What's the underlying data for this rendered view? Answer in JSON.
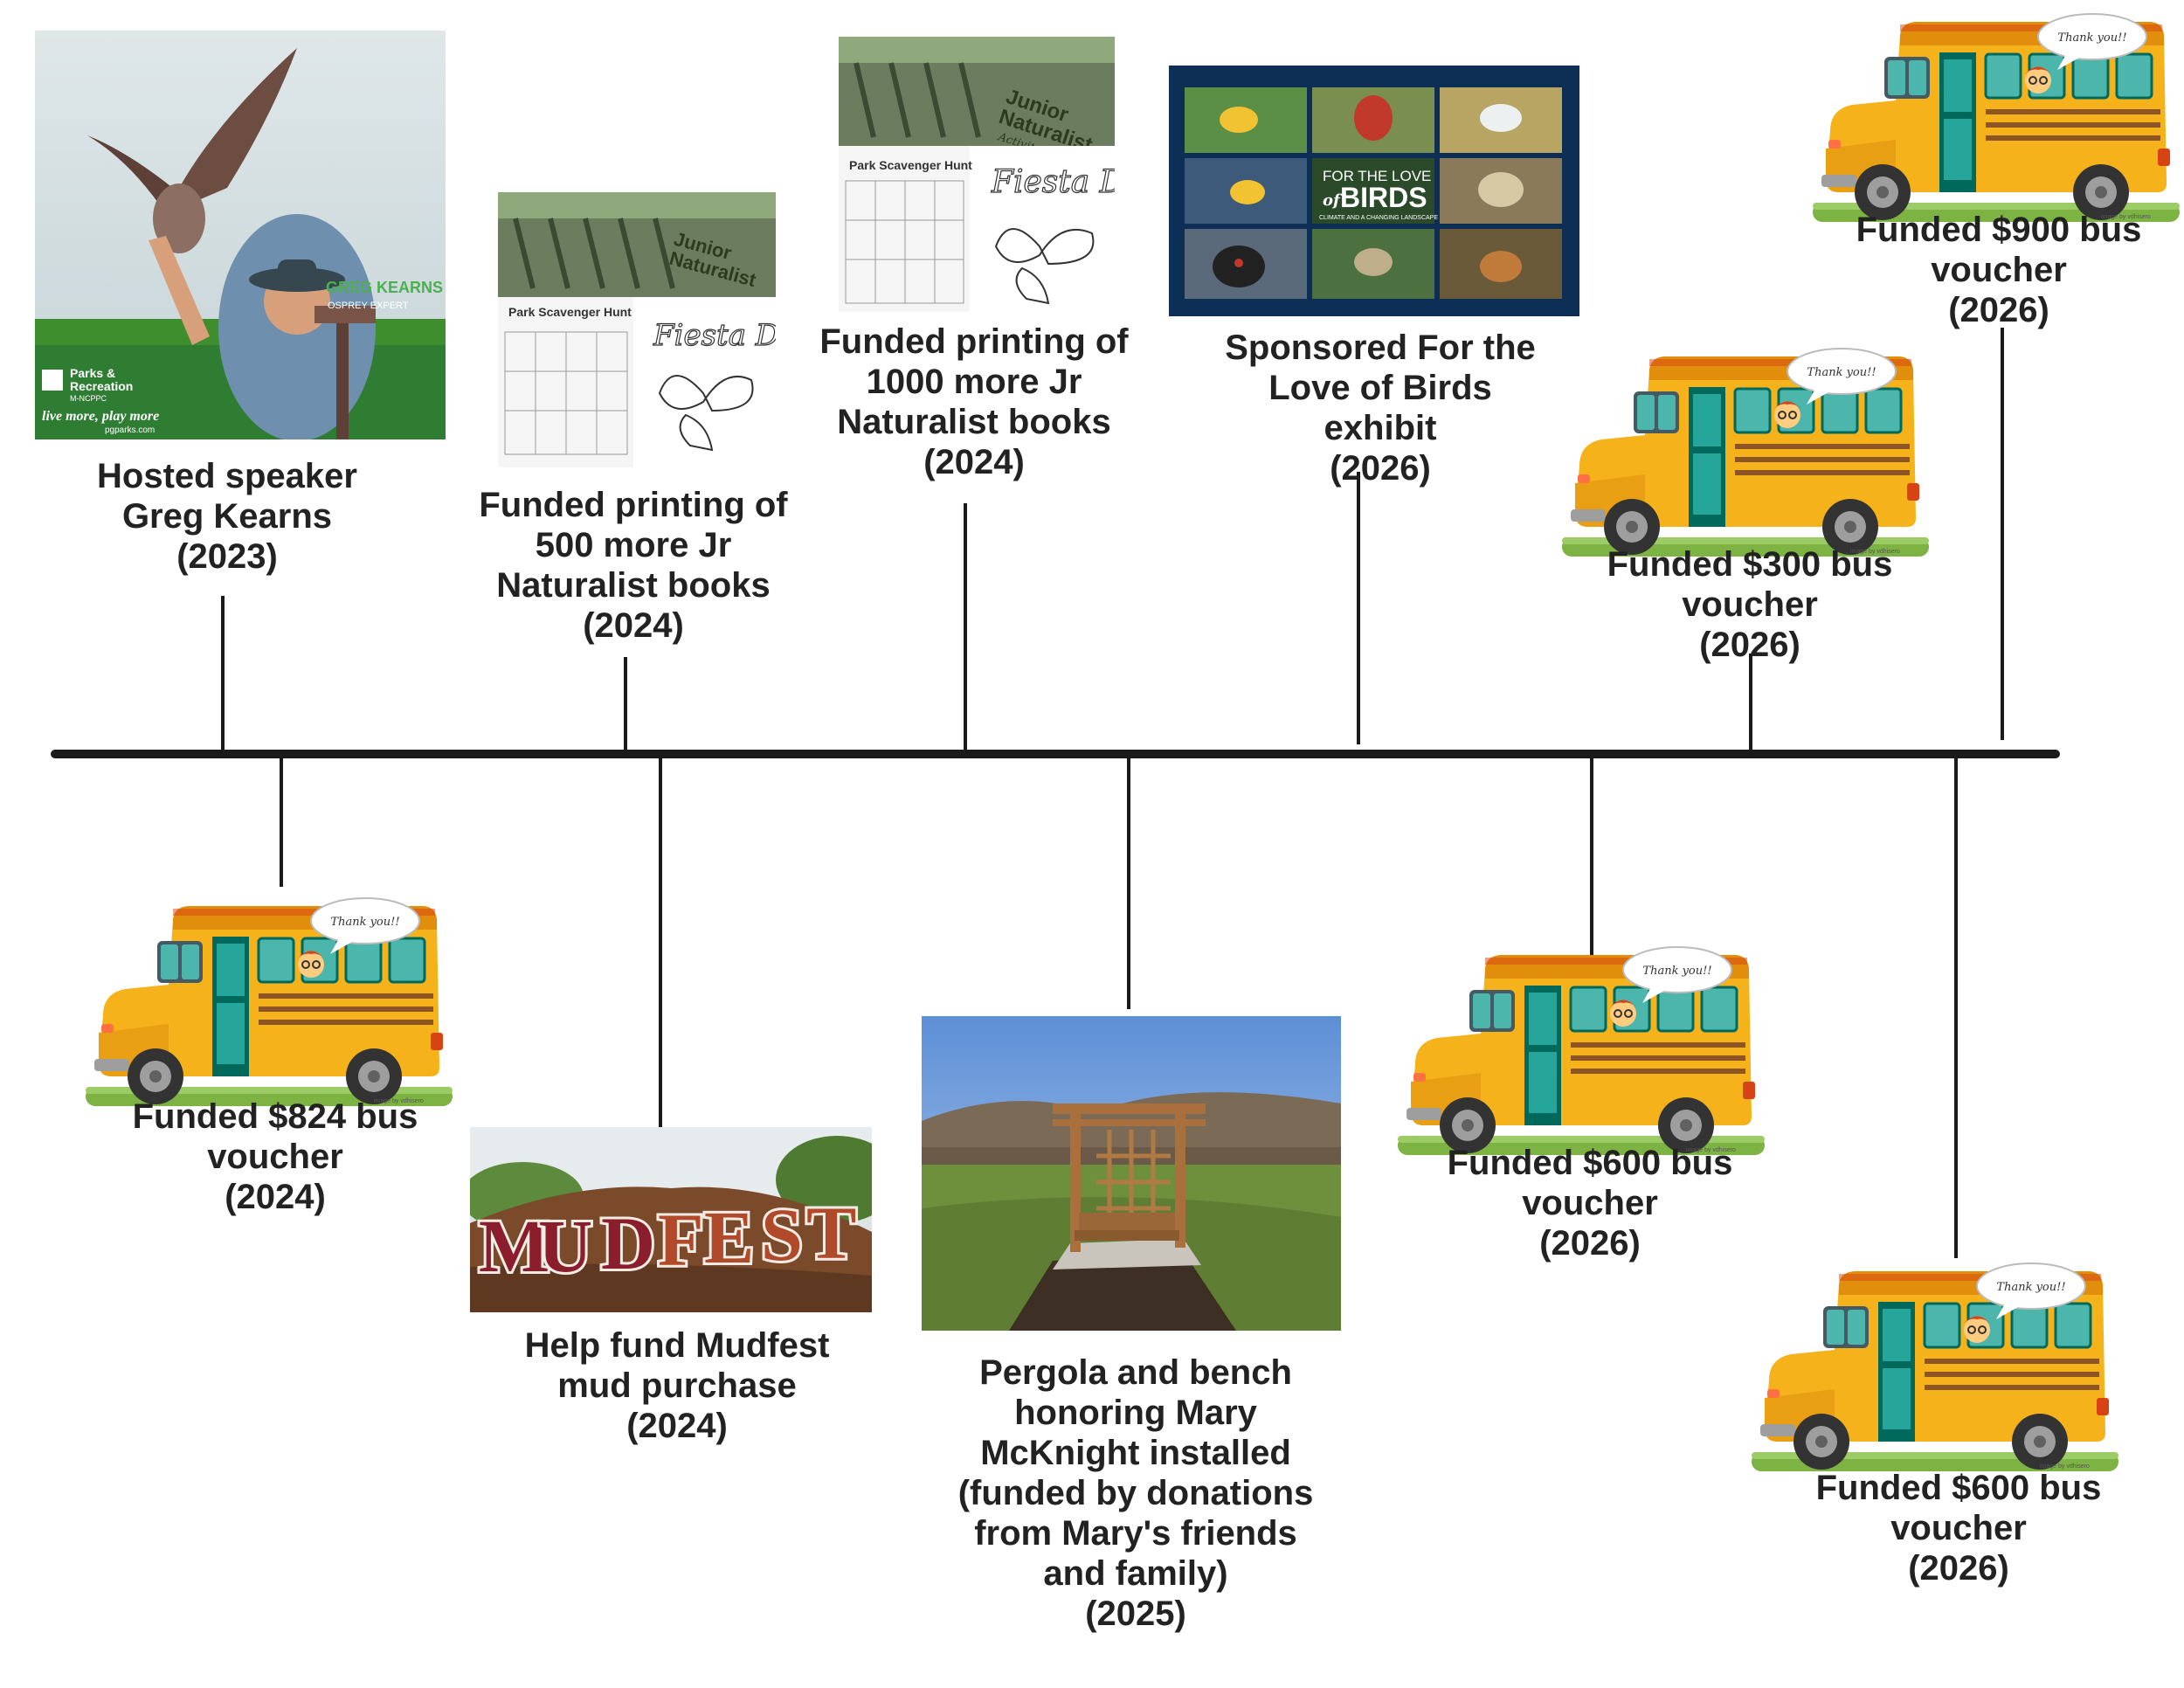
{
  "events": [
    {
      "id": "greg-kearns",
      "lines": [
        "Hosted speaker",
        "Greg Kearns",
        "(2023)"
      ]
    },
    {
      "id": "bus-824",
      "lines": [
        "Funded $824 bus",
        "voucher",
        "(2024)"
      ]
    },
    {
      "id": "books-500",
      "lines": [
        "Funded printing of",
        "500 more Jr",
        "Naturalist books",
        "(2024)"
      ]
    },
    {
      "id": "mudfest",
      "lines": [
        "Help fund Mudfest",
        "mud purchase",
        "(2024)"
      ]
    },
    {
      "id": "books-1000",
      "lines": [
        "Funded printing of",
        "1000 more Jr",
        "Naturalist books",
        "(2024)"
      ]
    },
    {
      "id": "pergola",
      "lines": [
        "Pergola and bench",
        "honoring Mary",
        "McKnight  installed",
        "(funded by donations",
        "from Mary's friends",
        "and family)",
        "(2025)"
      ]
    },
    {
      "id": "birds",
      "lines": [
        "Sponsored For the",
        "Love of Birds",
        "exhibit",
        "(2026)"
      ]
    },
    {
      "id": "bus-600-a",
      "lines": [
        "Funded $600 bus",
        "voucher",
        "(2026)"
      ]
    },
    {
      "id": "bus-300",
      "lines": [
        "Funded $300 bus",
        "voucher",
        "(2026)"
      ]
    },
    {
      "id": "bus-600-b",
      "lines": [
        "Funded $600 bus",
        "voucher",
        "(2026)"
      ]
    },
    {
      "id": "bus-900",
      "lines": [
        "Funded $900 bus",
        "voucher",
        "(2026)"
      ]
    }
  ],
  "bus_image": {
    "speech": "Thank you!!",
    "credit": "image by vdhisero"
  },
  "greg_poster": {
    "name": "GREG KEARNS",
    "subtitle": "OSPREY EXPERT",
    "org_line1": "Parks &",
    "org_line2": "Recreation",
    "org_line3": "M-NCPPC",
    "slogan": "live more, play more",
    "site": "pgparks.com"
  },
  "book": {
    "cover_title1": "Junior",
    "cover_title2": "Naturalist",
    "cover_sub": "Activity Book",
    "page_title": "Park Scavenger Hunt",
    "page_script": "Fiesta Da"
  },
  "birds_poster": {
    "line1": "FOR THE LOVE",
    "line2": "of",
    "line3": "BIRDS",
    "tagline": "CLIMATE AND A CHANGING LANDSCAPE"
  },
  "mudfest_sign": {
    "letters": [
      "M",
      "U",
      "D",
      "F",
      "E",
      "S",
      "T"
    ]
  },
  "colors": {
    "bus_yellow": "#f6b21b",
    "bus_dark": "#e08e0b",
    "grass": "#7cb342",
    "axis": "#1a1a1a",
    "text": "#222222"
  }
}
